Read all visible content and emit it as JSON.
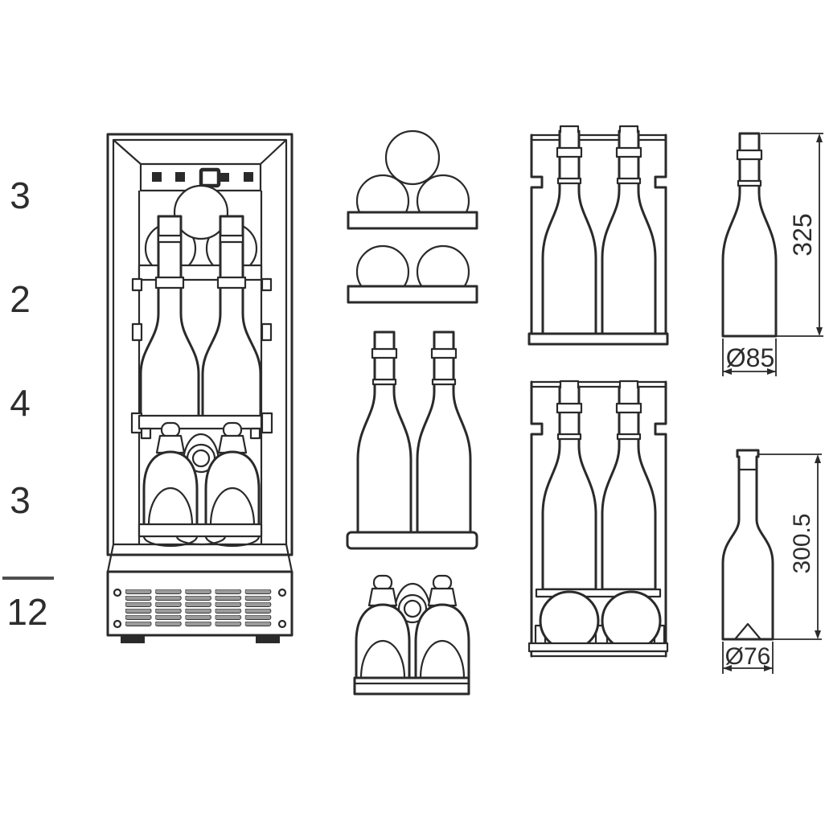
{
  "diagram": {
    "capacity": {
      "counts": [
        "3",
        "2",
        "4",
        "3"
      ],
      "total": "12"
    },
    "dimensions": {
      "burgundy": {
        "height": "325",
        "diameter": "Ø85"
      },
      "bordeaux": {
        "height": "300.5",
        "diameter": "Ø76"
      }
    },
    "colors": {
      "line": "#2a2a2a",
      "text": "#2d2d2d",
      "vent_fill": "#9b9b9b",
      "background": "#ffffff"
    }
  }
}
